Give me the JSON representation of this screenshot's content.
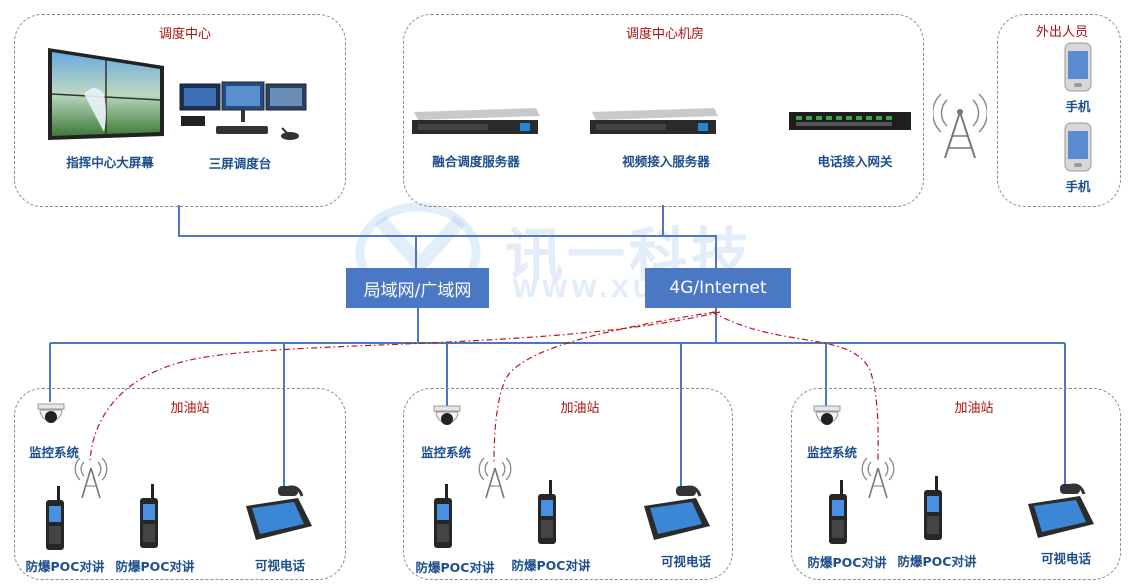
{
  "groups": {
    "dispatch_center": {
      "title": "调度中心",
      "devices": {
        "video_wall": "指挥中心大屏幕",
        "console": "三屏调度台"
      }
    },
    "machine_room": {
      "title": "调度中心机房",
      "devices": {
        "fusion_server": "融合调度服务器",
        "video_server": "视频接入服务器",
        "phone_gateway": "电话接入网关"
      }
    },
    "field_staff": {
      "title": "外出人员",
      "devices": {
        "phone_1": "手机",
        "phone_2": "手机"
      }
    }
  },
  "networks": {
    "lan": "局域网/广域网",
    "internet": "4G/Internet"
  },
  "stations": [
    {
      "title": "加油站",
      "camera": "监控系统",
      "radio_1": "防爆POC对讲",
      "radio_2": "防爆POC对讲",
      "video_phone": "可视电话"
    },
    {
      "title": "加油站",
      "camera": "监控系统",
      "radio_1": "防爆POC对讲",
      "radio_2": "防爆POC对讲",
      "video_phone": "可视电话"
    },
    {
      "title": "加油站",
      "camera": "监控系统",
      "radio_1": "防爆POC对讲",
      "radio_2": "防爆POC对讲",
      "video_phone": "可视电话"
    }
  ],
  "watermark": {
    "brand": "讯一科技",
    "site": "WWW.XUN"
  },
  "colors": {
    "line": "#4a78c4",
    "wireless": "#c0161d",
    "accent_title": "#b01010",
    "label": "#1d4f8f"
  }
}
